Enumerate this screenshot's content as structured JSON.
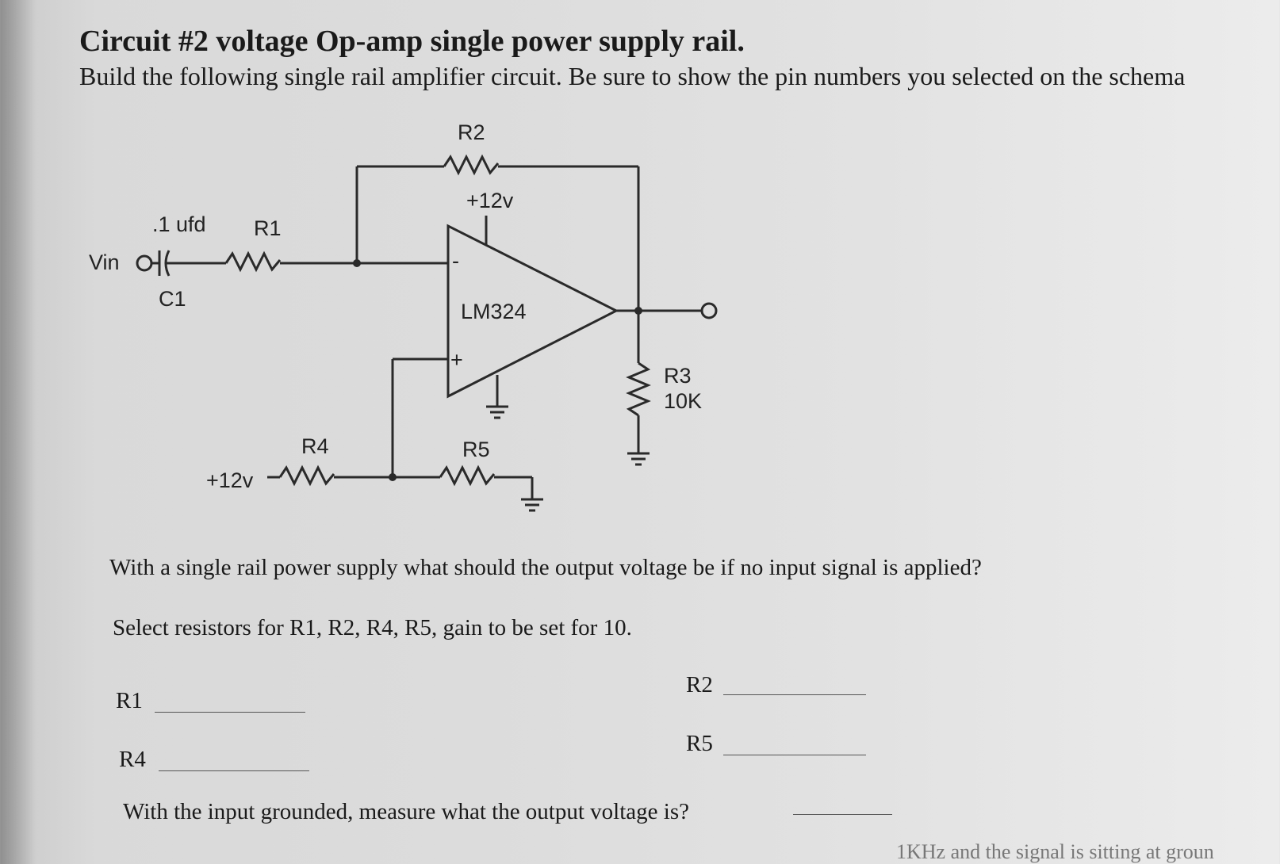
{
  "title": "Circuit #2 voltage Op-amp single power supply rail.",
  "subtitle": "Build the following single rail amplifier circuit. Be sure to show the pin numbers you selected on the schema",
  "schematic": {
    "vin": "Vin",
    "c1_value": ".1 ufd",
    "c1_name": "C1",
    "r1": "R1",
    "r2": "R2",
    "supply_top": "+12v",
    "opamp": "LM324",
    "minus": "-",
    "plus": "+",
    "r3": "R3",
    "r3_value": "10K",
    "r4": "R4",
    "r5": "R5",
    "supply_left": "+12v"
  },
  "questions": {
    "q1": "With a single rail power supply what should the output voltage be if no input signal is applied?",
    "q2": "Select resistors for R1, R2, R4, R5, gain to be set for 10.",
    "r1_label": "R1",
    "r2_label": "R2",
    "r4_label": "R4",
    "r5_label": "R5",
    "q3": "With the input grounded, measure what the output voltage is?",
    "trailing": "1KHz and the signal is sitting at groun"
  }
}
